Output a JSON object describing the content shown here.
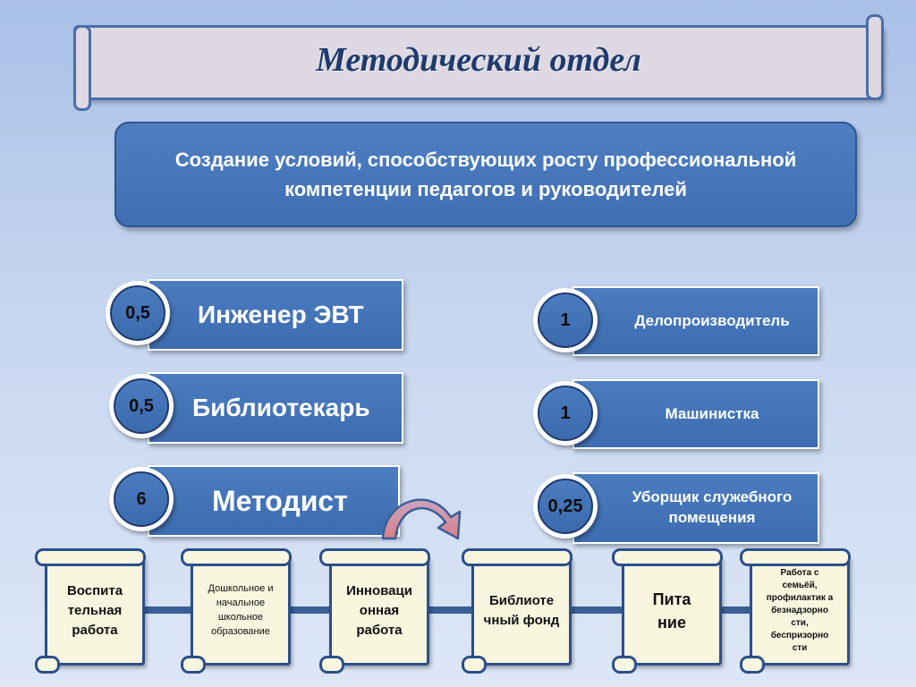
{
  "title": "Методический отдел",
  "goal": "Создание условий, способствующих росту профессиональной компетенции педагогов и руководителей",
  "left_roles": [
    {
      "count": "0,5",
      "label": "Инженер ЭВТ"
    },
    {
      "count": "0,5",
      "label": "Библиотекарь"
    },
    {
      "count": "6",
      "label": "Методист"
    }
  ],
  "right_roles": [
    {
      "count": "1",
      "label": "Делопроизводитель"
    },
    {
      "count": "1",
      "label": "Машинистка"
    },
    {
      "count": "0,25",
      "label": "Уборщик служебного помещения"
    }
  ],
  "areas": [
    {
      "label": "Воспита тельная работа"
    },
    {
      "label": "Дошкольное и начальное школьное образование"
    },
    {
      "label": "Инноваци онная работа"
    },
    {
      "label": "Библиоте чный фонд"
    },
    {
      "label": "Пита ние"
    },
    {
      "label": "Работа с семьёй, профилактик а безнадзорно сти, беспризорно сти"
    }
  ],
  "colors": {
    "accent": "#3d6db0",
    "title": "#1f3a6e",
    "paper": "#f8f6df"
  }
}
